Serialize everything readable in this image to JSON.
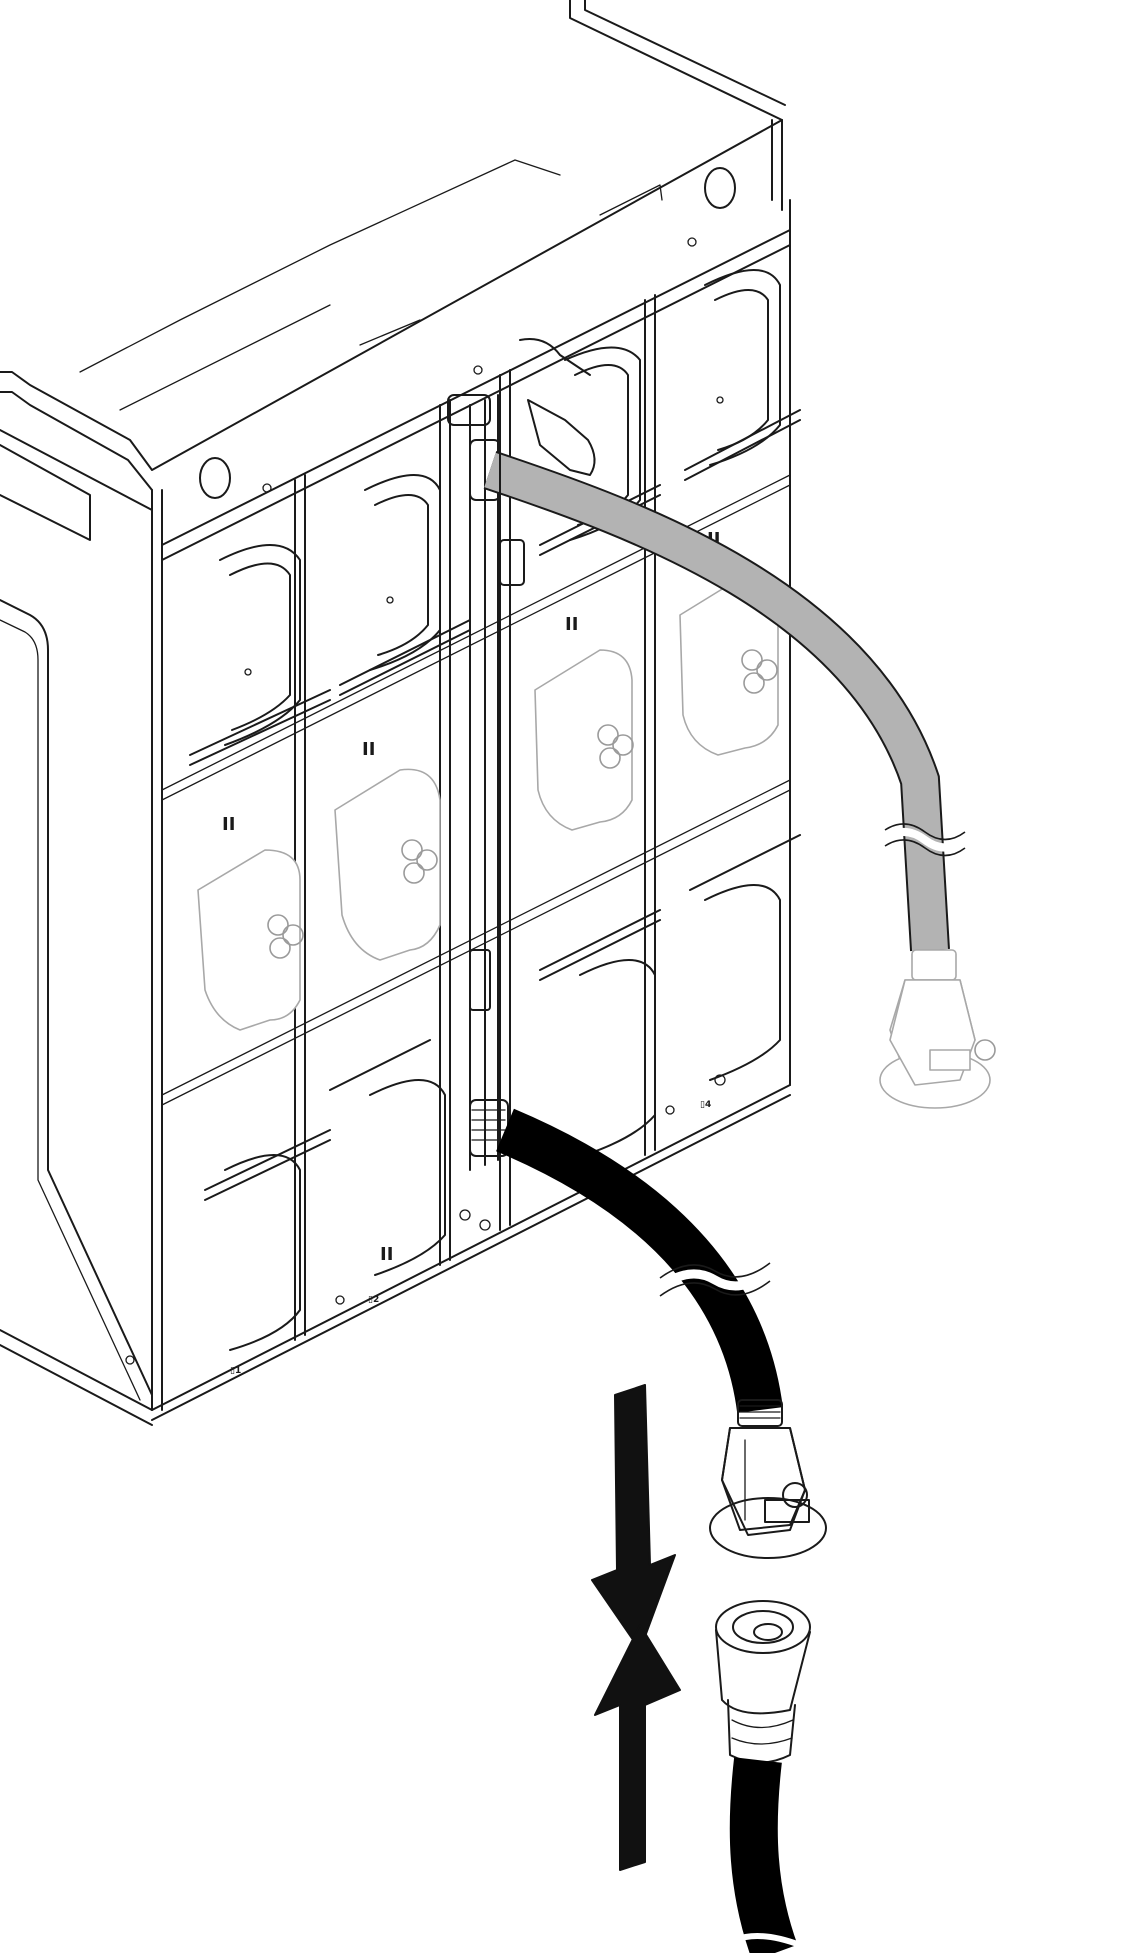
{
  "figure": {
    "slot_labels": [
      "II",
      "II",
      "II",
      "II",
      "II"
    ],
    "bay_labels": [
      "▯1",
      "▯2",
      "▯4"
    ],
    "colors": {
      "line": "#1a1a1a",
      "ghost_line": "#a8a8a8",
      "ghost_hose": "#b3b3b3",
      "active_hose": "#000000",
      "arrow": "#111111",
      "background": "#ffffff"
    },
    "icons": [
      "arrow-down-icon",
      "arrow-up-icon",
      "quick-connect-icon",
      "hose-break-icon"
    ]
  }
}
